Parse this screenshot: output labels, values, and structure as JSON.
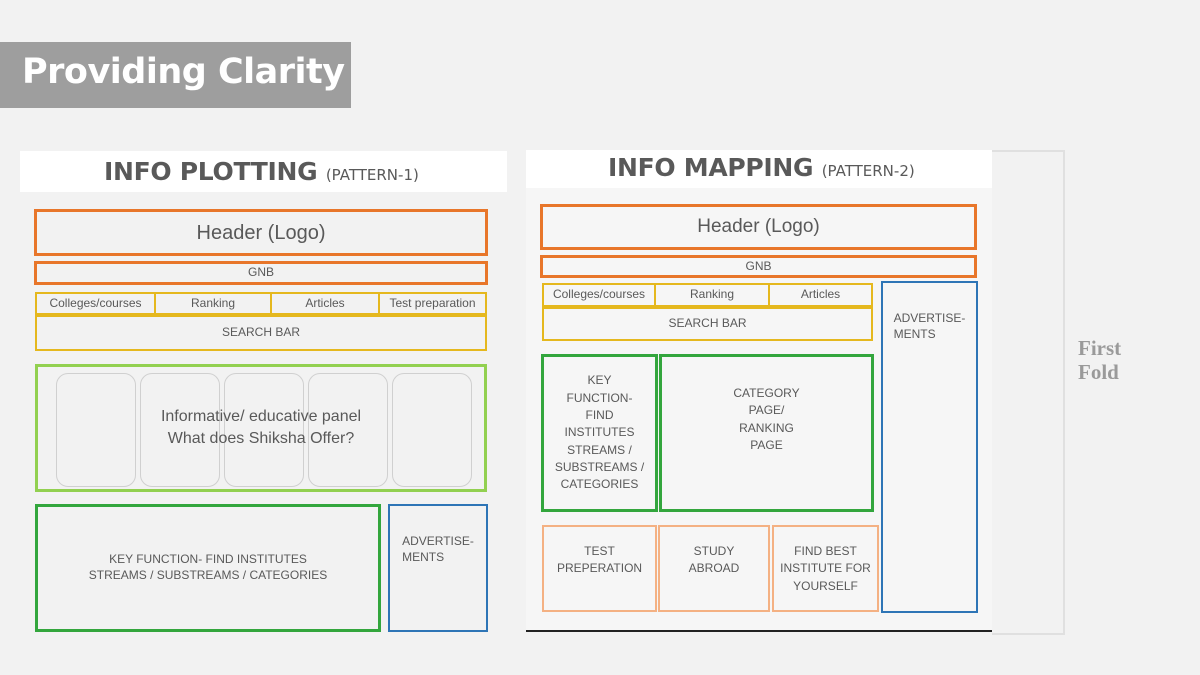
{
  "slide": {
    "title": "Providing Clarity",
    "first_fold": "First Fold"
  },
  "pattern1": {
    "title": "INFO PLOTTING",
    "subtitle": "(PATTERN-1)",
    "header": "Header (Logo)",
    "gnb": "GNB",
    "nav": [
      "Colleges/courses",
      "Ranking",
      "Articles",
      "Test preparation"
    ],
    "search": "SEARCH BAR",
    "panel_line1": "Informative/ educative panel",
    "panel_line2": "What does Shiksha Offer?",
    "key_function_line1": "KEY FUNCTION- FIND INSTITUTES",
    "key_function_line2": "STREAMS / SUBSTREAMS / CATEGORIES",
    "ad_line1": "ADVERTISE-",
    "ad_line2": "MENTS"
  },
  "pattern2": {
    "title": "INFO MAPPING",
    "subtitle": "(PATTERN-2)",
    "header": "Header (Logo)",
    "gnb": "GNB",
    "nav": [
      "Colleges/courses",
      "Ranking",
      "Articles"
    ],
    "search": "SEARCH BAR",
    "key_function": [
      "KEY",
      "FUNCTION-",
      "FIND",
      "INSTITUTES",
      "STREAMS /",
      "SUBSTREAMS /",
      "CATEGORIES"
    ],
    "category": [
      "CATEGORY",
      "PAGE/",
      "RANKING",
      "PAGE"
    ],
    "ad_line1": "ADVERTISE-",
    "ad_line2": "MENTS",
    "tiles": [
      {
        "line1": "TEST",
        "line2": "PREPERATION",
        "line3": ""
      },
      {
        "line1": "STUDY",
        "line2": "ABROAD",
        "line3": ""
      },
      {
        "line1": "FIND BEST",
        "line2": "INSTITUTE FOR",
        "line3": "YOURSELF"
      }
    ]
  },
  "colors": {
    "header_orange": "#e8762a",
    "nav_yellow": "#e5b81e",
    "panel_light_green": "#92d050",
    "key_dark_green": "#33a63d",
    "ad_blue": "#2e75b6",
    "tile_peach": "#f4b183"
  }
}
